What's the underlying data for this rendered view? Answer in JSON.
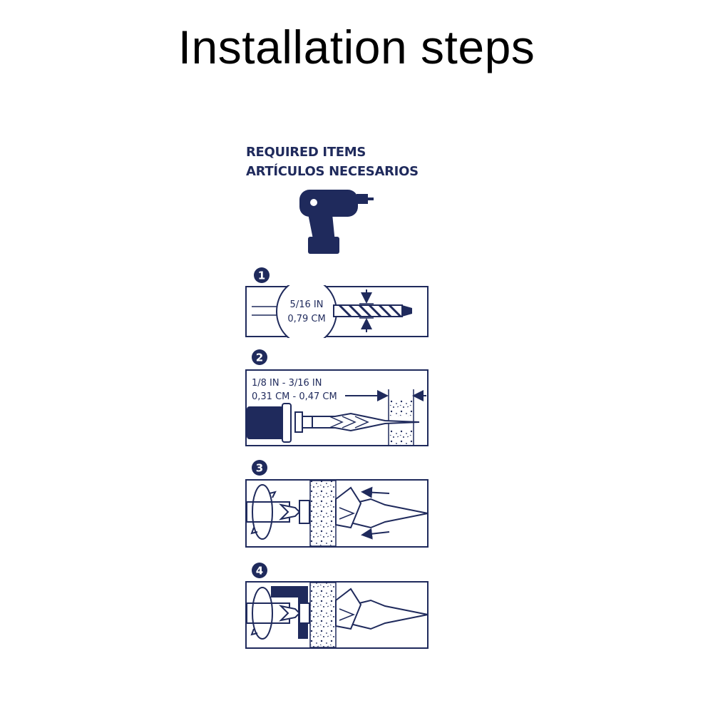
{
  "title": "Installation steps",
  "required": {
    "line1": "REQUIRED ITEMS",
    "line2": "ARTÍCULOS NECESARIOS",
    "tool_icon": "cordless-drill-icon"
  },
  "steps": [
    {
      "number": "1",
      "text1": "5/16 IN",
      "text2": "0,79 CM"
    },
    {
      "number": "2",
      "text1": "1/8 IN - 3/16 IN",
      "text2": "0,31 CM - 0,47 CM"
    },
    {
      "number": "3"
    },
    {
      "number": "4"
    }
  ],
  "colors": {
    "navy": "#1f2a5c",
    "background": "#ffffff",
    "title": "#000000"
  }
}
